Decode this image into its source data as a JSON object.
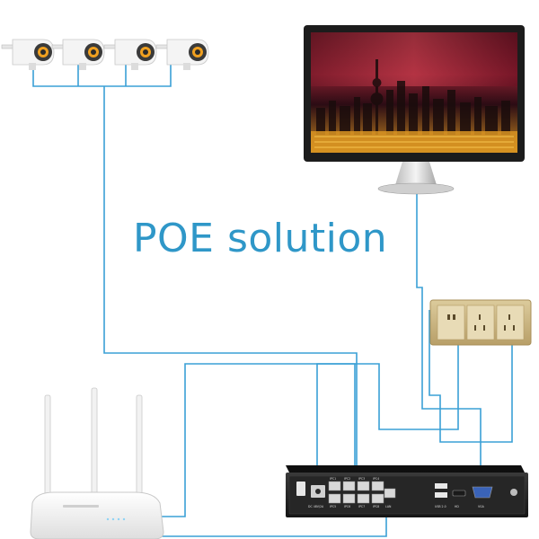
{
  "title": "POE solution",
  "colors": {
    "cable": "#3aa0d6",
    "title": "#2f97c8",
    "monitor_frame": "#1c1c1c",
    "nvr_body": "#2a2a2a",
    "socket_plate": "#cdb98a",
    "router_body": "#f2f2f2"
  },
  "devices": {
    "cameras": {
      "count": 4,
      "icon": "bullet-camera-icon"
    },
    "monitor": {
      "icon": "monitor-icon"
    },
    "power_socket": {
      "icon": "wall-socket-icon"
    },
    "router": {
      "icon": "wifi-router-icon",
      "antennas": 3
    },
    "nvr": {
      "icon": "poe-nvr-icon",
      "poe_ports": 8,
      "port_labels_top": [
        "IPC1",
        "IPC2",
        "IPC3",
        "IPC4"
      ],
      "port_labels_bottom": [
        "IPC5",
        "IPC6",
        "IPC7",
        "IPC8"
      ],
      "other_labels": [
        "DC 48V/2A",
        "LAN",
        "USB 2.0",
        "HD",
        "VGA"
      ]
    }
  }
}
